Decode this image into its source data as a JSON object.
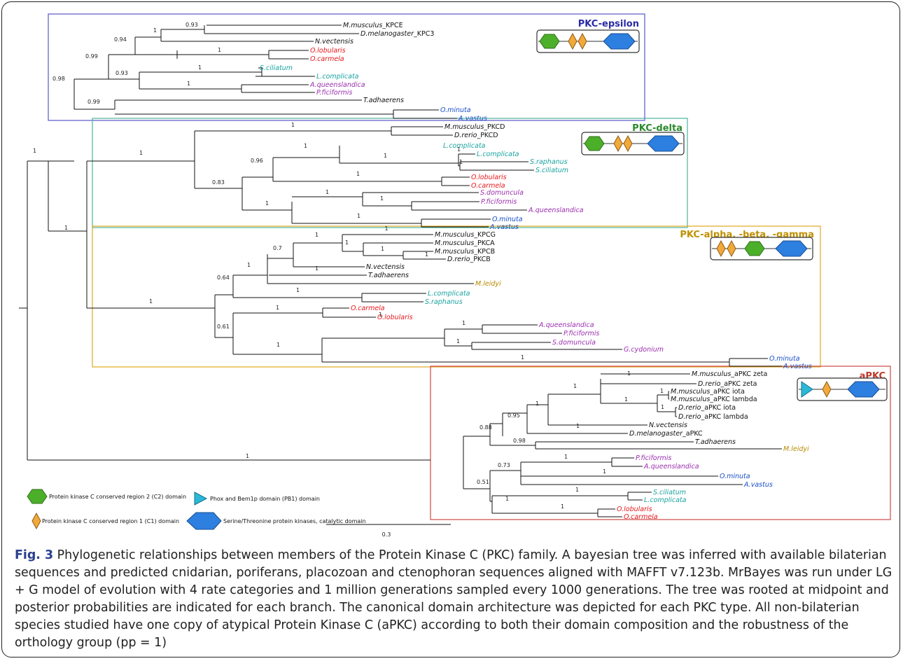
{
  "colors": {
    "cnidaria": "#e8181c",
    "porifera": "#9b2fae",
    "placozoa": "#1a50c8",
    "ctenophora": "#b88a00",
    "calcarea": "#1aa3a0",
    "bilateria": "#111111",
    "c2_domain": "#4caf2a",
    "c1_domain": "#f2a93b",
    "kinase_domain": "#2d7fe0",
    "pb1_domain": "#2bb8d8"
  },
  "groups": [
    {
      "id": "epsilon",
      "label": "PKC-epsilon",
      "color": "#2a2aa8",
      "border": "#5757c8",
      "domains": [
        "c2",
        "c1",
        "c1",
        "kinase"
      ]
    },
    {
      "id": "delta",
      "label": "PKC-delta",
      "color": "#2a8a2a",
      "border": "#4db39a",
      "domains": [
        "c2",
        "c1",
        "c1",
        "kinase"
      ]
    },
    {
      "id": "abg",
      "label": "PKC-alpha, -beta, -gamma",
      "color": "#c09000",
      "border": "#e0a820",
      "domains": [
        "c1",
        "c1",
        "c2",
        "kinase"
      ]
    },
    {
      "id": "apkc",
      "label": "aPKC",
      "color": "#c0392b",
      "border": "#d04848",
      "domains": [
        "pb1",
        "c1",
        "kinase"
      ]
    }
  ],
  "taxa": [
    {
      "id": "e1",
      "name": "M.musculus",
      "suffix": "_KPCE",
      "clade": "bilateria"
    },
    {
      "id": "e2",
      "name": "D.melanogaster",
      "suffix": "_KPC3",
      "clade": "bilateria"
    },
    {
      "id": "e3",
      "name": "N.vectensis",
      "suffix": "",
      "clade": "bilateria"
    },
    {
      "id": "e4",
      "name": "O.lobularis",
      "suffix": "",
      "clade": "cnidaria"
    },
    {
      "id": "e5",
      "name": "O.carmela",
      "suffix": "",
      "clade": "cnidaria"
    },
    {
      "id": "e6",
      "name": "S.ciliatum",
      "suffix": "",
      "clade": "calcarea"
    },
    {
      "id": "e7",
      "name": "L.complicata",
      "suffix": "",
      "clade": "calcarea"
    },
    {
      "id": "e8",
      "name": "A.queenslandica",
      "suffix": "",
      "clade": "porifera"
    },
    {
      "id": "e9",
      "name": "P.ficiformis",
      "suffix": "",
      "clade": "porifera"
    },
    {
      "id": "e10",
      "name": "T.adhaerens",
      "suffix": "",
      "clade": "bilateria"
    },
    {
      "id": "e11",
      "name": "O.minuta",
      "suffix": "",
      "clade": "placozoa"
    },
    {
      "id": "e12",
      "name": "A.vastus",
      "suffix": "",
      "clade": "placozoa"
    },
    {
      "id": "d1",
      "name": "M.musculus",
      "suffix": "_PKCD",
      "clade": "bilateria"
    },
    {
      "id": "d2",
      "name": "D.rerio",
      "suffix": "_PKCD",
      "clade": "bilateria"
    },
    {
      "id": "d3",
      "name": "L.complicata",
      "suffix": "",
      "clade": "calcarea"
    },
    {
      "id": "d4",
      "name": "L.complicata",
      "suffix": "",
      "clade": "calcarea"
    },
    {
      "id": "d5",
      "name": "S.raphanus",
      "suffix": "",
      "clade": "calcarea"
    },
    {
      "id": "d6",
      "name": "S.ciliatum",
      "suffix": "",
      "clade": "calcarea"
    },
    {
      "id": "d7",
      "name": "O.lobularis",
      "suffix": "",
      "clade": "cnidaria"
    },
    {
      "id": "d8",
      "name": "O.carmela",
      "suffix": "",
      "clade": "cnidaria"
    },
    {
      "id": "d9",
      "name": "S.domuncula",
      "suffix": "",
      "clade": "porifera"
    },
    {
      "id": "d10",
      "name": "P.ficiformis",
      "suffix": "",
      "clade": "porifera"
    },
    {
      "id": "d11",
      "name": "A.queenslandica",
      "suffix": "",
      "clade": "porifera"
    },
    {
      "id": "d12",
      "name": "O.minuta",
      "suffix": "",
      "clade": "placozoa"
    },
    {
      "id": "d13",
      "name": "A.vastus",
      "suffix": "",
      "clade": "placozoa"
    },
    {
      "id": "a1",
      "name": "M.musculus",
      "suffix": "_KPCG",
      "clade": "bilateria"
    },
    {
      "id": "a2",
      "name": "M.musculus",
      "suffix": "_PKCA",
      "clade": "bilateria"
    },
    {
      "id": "a3",
      "name": "M.musculus",
      "suffix": "_KPCB",
      "clade": "bilateria"
    },
    {
      "id": "a4",
      "name": "D.rerio",
      "suffix": "_PKCB",
      "clade": "bilateria"
    },
    {
      "id": "a5",
      "name": "N.vectensis",
      "suffix": "",
      "clade": "bilateria"
    },
    {
      "id": "a6",
      "name": "T.adhaerens",
      "suffix": "",
      "clade": "bilateria"
    },
    {
      "id": "a7",
      "name": "M.leidyi",
      "suffix": "",
      "clade": "ctenophora"
    },
    {
      "id": "a8",
      "name": "L.complicata",
      "suffix": "",
      "clade": "calcarea"
    },
    {
      "id": "a9",
      "name": "S.raphanus",
      "suffix": "",
      "clade": "calcarea"
    },
    {
      "id": "a10",
      "name": "O.carmela",
      "suffix": "",
      "clade": "cnidaria"
    },
    {
      "id": "a11",
      "name": "O.lobularis",
      "suffix": "",
      "clade": "cnidaria"
    },
    {
      "id": "a12",
      "name": "A.queenslandica",
      "suffix": "",
      "clade": "porifera"
    },
    {
      "id": "a13",
      "name": "P.ficiformis",
      "suffix": "",
      "clade": "porifera"
    },
    {
      "id": "a14",
      "name": "S.domuncula",
      "suffix": "",
      "clade": "porifera"
    },
    {
      "id": "a15",
      "name": "G.cydonium",
      "suffix": "",
      "clade": "porifera"
    },
    {
      "id": "a16",
      "name": "O.minuta",
      "suffix": "",
      "clade": "placozoa"
    },
    {
      "id": "a17",
      "name": "A.vastus",
      "suffix": "",
      "clade": "placozoa"
    },
    {
      "id": "p1",
      "name": "M.musculus",
      "suffix": "_aPKC zeta",
      "clade": "bilateria"
    },
    {
      "id": "p2",
      "name": "D.rerio",
      "suffix": "_aPKC zeta",
      "clade": "bilateria"
    },
    {
      "id": "p3",
      "name": "M.musculus",
      "suffix": "_aPKC iota",
      "clade": "bilateria"
    },
    {
      "id": "p4",
      "name": "M.musculus",
      "suffix": "_aPKC lambda",
      "clade": "bilateria"
    },
    {
      "id": "p5",
      "name": "D.rerio",
      "suffix": "_aPKC iota",
      "clade": "bilateria"
    },
    {
      "id": "p6",
      "name": "D.rerio",
      "suffix": "_aPKC lambda",
      "clade": "bilateria"
    },
    {
      "id": "p7",
      "name": "N.vectensis",
      "suffix": "",
      "clade": "bilateria"
    },
    {
      "id": "p8",
      "name": "D.melanogaster",
      "suffix": "_aPKC",
      "clade": "bilateria"
    },
    {
      "id": "p9",
      "name": "T.adhaerens",
      "suffix": "",
      "clade": "bilateria"
    },
    {
      "id": "p10",
      "name": "M.leidyi",
      "suffix": "",
      "clade": "ctenophora"
    },
    {
      "id": "p11",
      "name": "P.ficiformis",
      "suffix": "",
      "clade": "porifera"
    },
    {
      "id": "p12",
      "name": "A.queenslandica",
      "suffix": "",
      "clade": "porifera"
    },
    {
      "id": "p13",
      "name": "O.minuta",
      "suffix": "",
      "clade": "placozoa"
    },
    {
      "id": "p14",
      "name": "A.vastus",
      "suffix": "",
      "clade": "placozoa"
    },
    {
      "id": "p15",
      "name": "S.ciliatum",
      "suffix": "",
      "clade": "calcarea"
    },
    {
      "id": "p16",
      "name": "L.complicata",
      "suffix": "",
      "clade": "calcarea"
    },
    {
      "id": "p17",
      "name": "O.lobularis",
      "suffix": "",
      "clade": "cnidaria"
    },
    {
      "id": "p18",
      "name": "O.carmela",
      "suffix": "",
      "clade": "cnidaria"
    }
  ],
  "support_values": {
    "root_upper": "1",
    "root_lower": "1",
    "e_0_98": "0.98",
    "e_0_99a": "0.99",
    "e_0_94": "0.94",
    "e_1a": "1",
    "e_0_93a": "0.93",
    "e_1b": "1",
    "e_0_93b": "0.93",
    "e_1c": "1",
    "e_1d": "1",
    "e_0_99b": "0.99",
    "mid_1": "1",
    "d_1a": "1",
    "d_1b": "1",
    "d_0_83": "0.83",
    "d_0_96": "0.96",
    "d_1c": "1",
    "d_1d": "1",
    "d_1e": "1",
    "d_1f": "1",
    "d_1g": "1",
    "d_1h": "1",
    "d_1i": "1",
    "d_1j": "1",
    "d_1k": "1",
    "a_1root": "1",
    "a_0_64": "0.64",
    "a_1b": "1",
    "a_0_7": "0.7",
    "a_1c": "1",
    "a_1d": "1",
    "a_1e": "1",
    "a_1f": "1",
    "a_1g": "1",
    "a_1h": "1",
    "a_0_61": "0.61",
    "a_1i": "1",
    "a_1j": "1",
    "a_1k": "1",
    "a_1l": "1",
    "a_1m": "1",
    "a_1n": "1",
    "p_1root": "1",
    "p_0_88": "0.88",
    "p_0_95": "0.95",
    "p_1a": "1",
    "p_1b": "1",
    "p_1c": "1",
    "p_1d": "1",
    "p_1e": "1",
    "p_1f": "1",
    "p_0_98": "0.98",
    "p_0_51": "0.51",
    "p_0_73": "0.73",
    "p_1g": "1",
    "p_1h": "1",
    "p_1i": "1",
    "p_1j": "1",
    "p_1k": "1"
  },
  "legend": {
    "c2": "Protein kinase C conserved region 2 (C2) domain",
    "pb1": "Phox and Bem1p domain (PB1) domain",
    "c1": "Protein kinase C conserved region 1 (C1) domain",
    "kinase": "Serine/Threonine protein kinases, catalytic domain"
  },
  "scale_bar": "0.3",
  "caption": {
    "label": "Fig. 3",
    "text": " Phylogenetic relationships between members of the Protein Kinase C (PKC) family. A bayesian tree was inferred with available bilaterian sequences and predicted cnidarian, poriferans, placozoan and ctenophoran sequences aligned with MAFFT v7.123b. MrBayes was run under LG + G model of evolution with 4 rate categories and 1 million generations sampled every 1000 generations. The tree was rooted at midpoint and posterior probabilities are indicated for each branch. The canonical domain architecture was depicted for each PKC type. All non-bilaterian species studied have one copy of atypical Protein Kinase C (aPKC) according to both their domain composition and the robustness of the orthology group (pp = 1)"
  }
}
